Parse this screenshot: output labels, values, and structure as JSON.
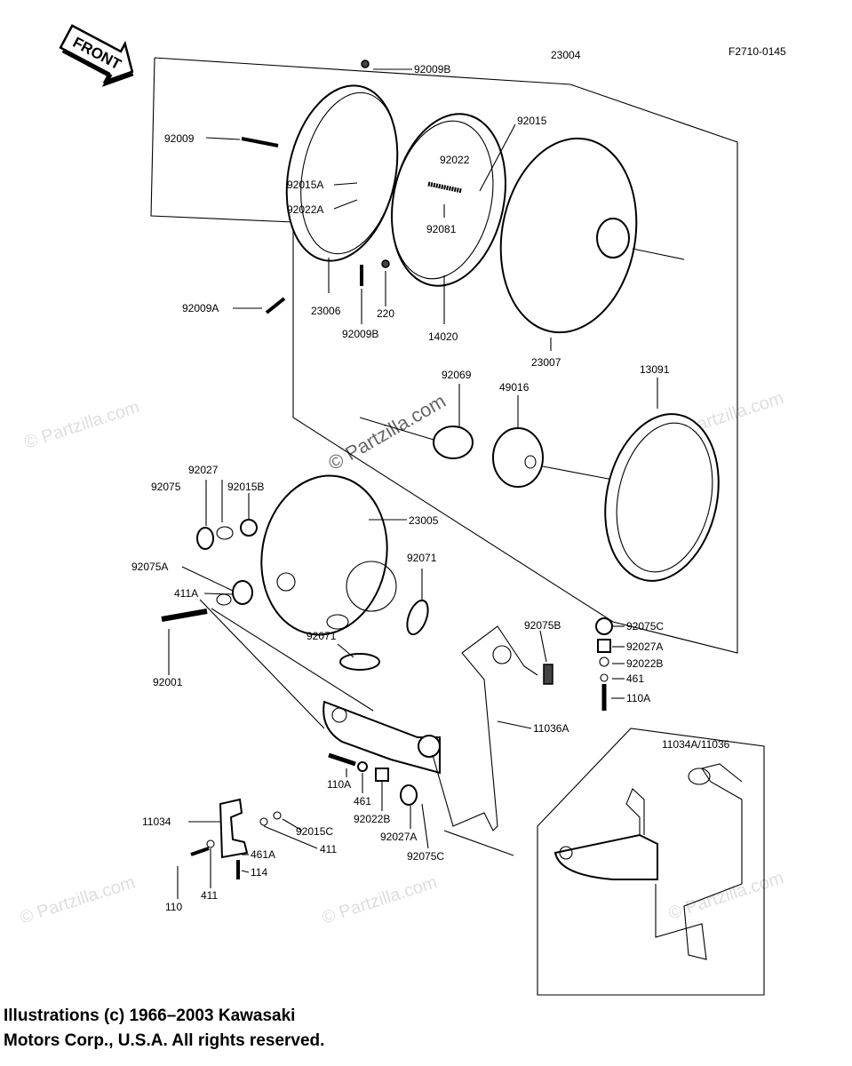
{
  "figure_code": "F2710-0145",
  "front_arrow_label": "FRONT",
  "watermarks": {
    "main": "© Partzilla.com",
    "faint": "© Partzilla.com"
  },
  "callouts": [
    "23004",
    "92009B",
    "92009",
    "92015",
    "92022",
    "92015A",
    "92022A",
    "92081",
    "92009A",
    "23006",
    "220",
    "92009B",
    "14020",
    "23007",
    "92069",
    "49016",
    "13091",
    "92027",
    "92075",
    "92015B",
    "23005",
    "92075A",
    "92071",
    "411A",
    "92001",
    "92071",
    "92075B",
    "92075C",
    "92027A",
    "92022B",
    "461",
    "110A",
    "11036A",
    "11034A/11036",
    "110A",
    "461",
    "92022B",
    "92027A",
    "92075C",
    "11034",
    "92015C",
    "411",
    "461A",
    "114",
    "110",
    "411"
  ],
  "copyright": {
    "line1": "Illustrations (c) 1966–2003 Kawasaki",
    "line2": "Motors Corp., U.S.A.  All rights reserved."
  }
}
